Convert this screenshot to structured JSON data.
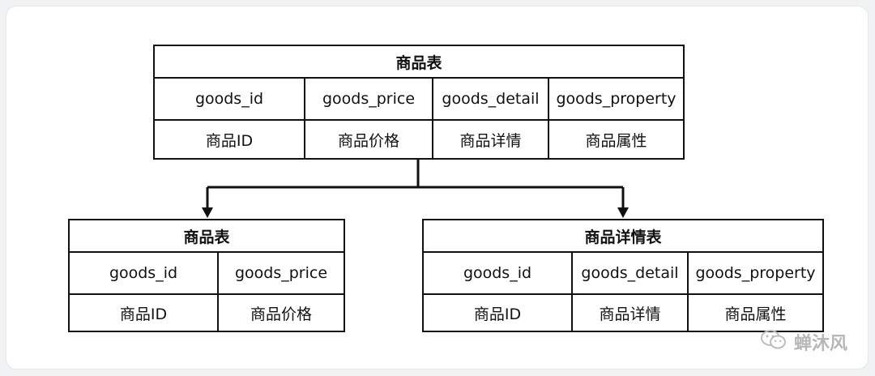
{
  "main_table": {
    "title": "商品表",
    "columns": [
      "goods_id",
      "goods_price",
      "goods_detail",
      "goods_property"
    ],
    "descriptions": [
      "商品ID",
      "商品价格",
      "商品详情",
      "商品属性"
    ]
  },
  "left_table": {
    "title": "商品表",
    "columns": [
      "goods_id",
      "goods_price"
    ],
    "descriptions": [
      "商品ID",
      "商品价格"
    ]
  },
  "right_table": {
    "title": "商品详情表",
    "columns": [
      "goods_id",
      "goods_detail",
      "goods_property"
    ],
    "descriptions": [
      "商品ID",
      "商品详情",
      "商品属性"
    ]
  },
  "watermark": {
    "text": "蝉沐风",
    "icon": "wechat-icon"
  }
}
